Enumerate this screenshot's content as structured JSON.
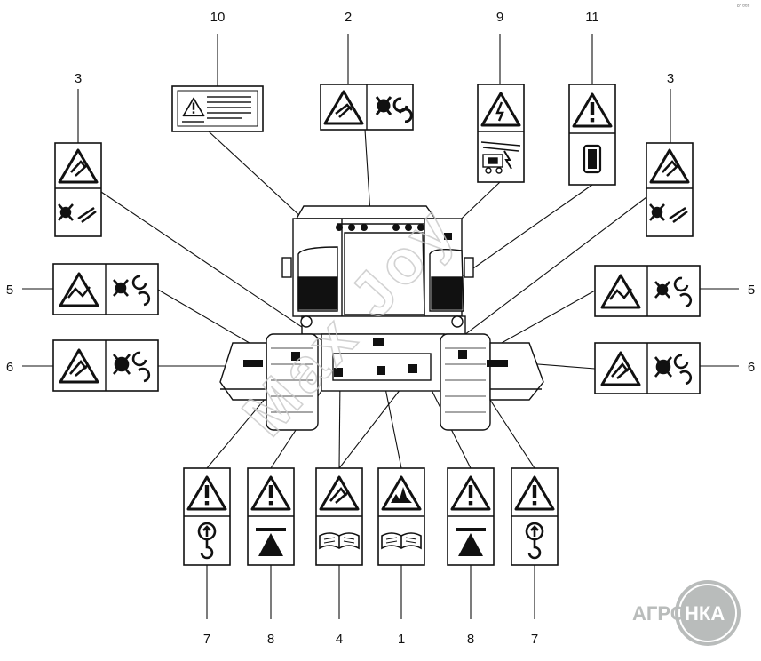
{
  "callouts": {
    "top_10": "10",
    "top_2": "2",
    "top_9": "9",
    "top_11": "11",
    "left_3": "3",
    "right_3": "3",
    "left_5": "5",
    "right_5": "5",
    "left_6": "6",
    "right_6": "6",
    "bottom": [
      "7",
      "8",
      "4",
      "1",
      "8",
      "7"
    ]
  },
  "watermark": "Max Joy",
  "logo": {
    "left": "АГРО",
    "right": "НКА",
    "color": "#b9bcbb"
  },
  "corner_mark": "8* ¤¤¤",
  "colors": {
    "ink": "#111111",
    "paper": "#ffffff",
    "watermark": "#c8c8c8"
  }
}
